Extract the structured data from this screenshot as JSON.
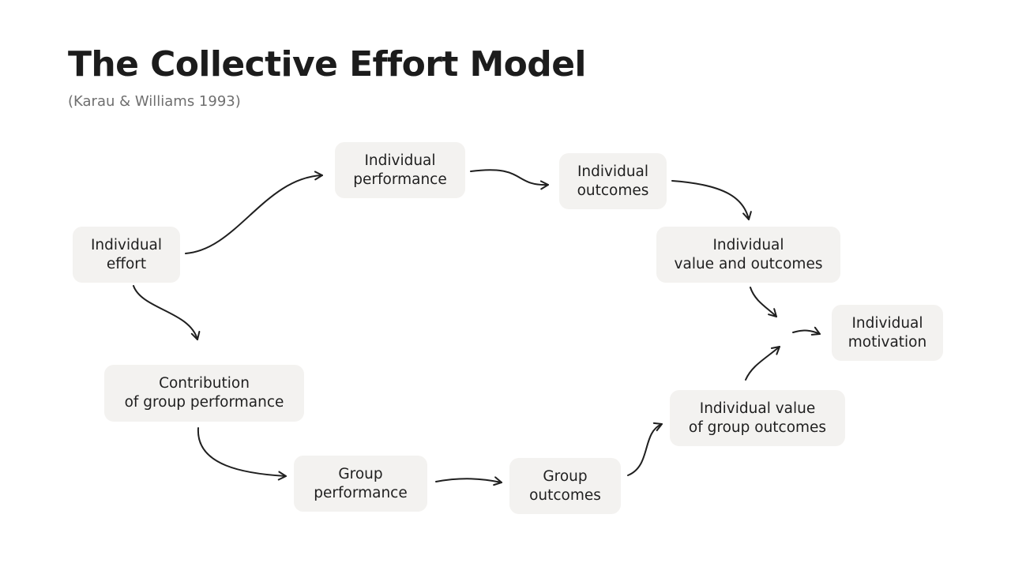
{
  "title": "The Collective Effort Model",
  "subtitle": "(Karau & Williams 1993)",
  "nodes": {
    "individual_effort": {
      "line1": "Individual",
      "line2": "effort"
    },
    "individual_performance": {
      "line1": "Individual",
      "line2": "performance"
    },
    "individual_outcomes": {
      "line1": "Individual",
      "line2": "outcomes"
    },
    "individual_value_outcomes": {
      "line1": "Individual",
      "line2": "value and outcomes"
    },
    "individual_motivation": {
      "line1": "Individual",
      "line2": "motivation"
    },
    "contribution_group_performance": {
      "line1": "Contribution",
      "line2": "of group performance"
    },
    "group_performance": {
      "line1": "Group",
      "line2": "performance"
    },
    "group_outcomes": {
      "line1": "Group",
      "line2": "outcomes"
    },
    "individual_value_group_outcomes": {
      "line1": "Individual value",
      "line2": "of group outcomes"
    }
  },
  "edges": [
    {
      "from": "individual_effort",
      "to": "individual_performance"
    },
    {
      "from": "individual_performance",
      "to": "individual_outcomes"
    },
    {
      "from": "individual_outcomes",
      "to": "individual_value_outcomes"
    },
    {
      "from": "individual_value_outcomes",
      "to": "individual_motivation"
    },
    {
      "from": "individual_effort",
      "to": "contribution_group_performance"
    },
    {
      "from": "contribution_group_performance",
      "to": "group_performance"
    },
    {
      "from": "group_performance",
      "to": "group_outcomes"
    },
    {
      "from": "group_outcomes",
      "to": "individual_value_group_outcomes"
    },
    {
      "from": "individual_value_group_outcomes",
      "to": "individual_motivation"
    }
  ]
}
